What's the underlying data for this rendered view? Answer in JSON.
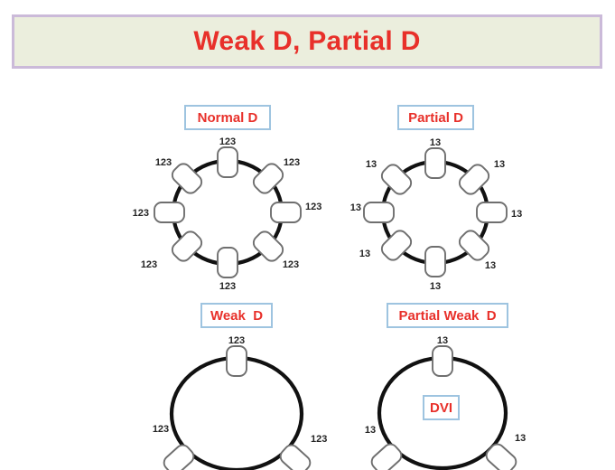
{
  "title": {
    "text": "Weak D, Partial D",
    "background_color": "#ebeedd",
    "border_color": "#cbbad9",
    "text_color": "#e8302a"
  },
  "theme": {
    "label_border_color": "#9ec4e0",
    "label_text_color": "#e8302a",
    "cell_outline_color": "#111111",
    "antigen_outline_color": "#6f6f6f",
    "antigen_label_color": "#242424",
    "page_background": "#ffffff"
  },
  "panels": [
    {
      "id": "normal-d",
      "label": "Normal D",
      "epitope_label": "123",
      "antigen_count": 8,
      "antigen_positions": [
        "top",
        "top-right",
        "right",
        "bottom-right",
        "bottom",
        "bottom-left",
        "left",
        "top-left"
      ],
      "antigen_labels": [
        "123",
        "123",
        "123",
        "123",
        "123",
        "123",
        "123",
        "123"
      ],
      "inner_label": null
    },
    {
      "id": "partial-d",
      "label": "Partial D",
      "epitope_label": "13",
      "antigen_count": 8,
      "antigen_positions": [
        "top",
        "top-right",
        "right",
        "bottom-right",
        "bottom",
        "bottom-left",
        "left",
        "top-left"
      ],
      "antigen_labels": [
        "13",
        "13",
        "13",
        "13",
        "13",
        "13",
        "13",
        "13"
      ],
      "inner_label": null
    },
    {
      "id": "weak-d",
      "label": "Weak  D",
      "epitope_label": "123",
      "antigen_count": 3,
      "antigen_positions": [
        "top",
        "bottom-left",
        "bottom-right"
      ],
      "antigen_labels": [
        "123",
        "123",
        "123"
      ],
      "inner_label": null
    },
    {
      "id": "partial-weak-d",
      "label": "Partial Weak  D",
      "epitope_label": "13",
      "antigen_count": 3,
      "antigen_positions": [
        "top",
        "bottom-left",
        "bottom-right"
      ],
      "antigen_labels": [
        "13",
        "13",
        "13"
      ],
      "inner_label": "DVI"
    }
  ],
  "labels": {
    "normal_d": "Normal D",
    "partial_d": "Partial D",
    "weak_d": "Weak  D",
    "partial_weak_d": "Partial Weak  D",
    "dvi": "DVI",
    "e123": "123",
    "e13": "13"
  }
}
